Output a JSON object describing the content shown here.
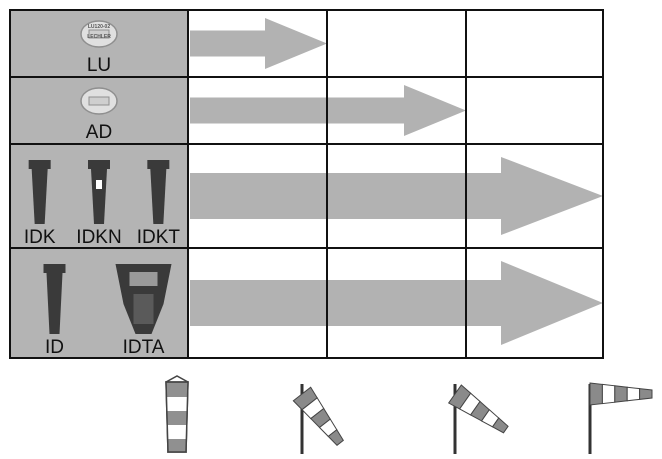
{
  "rows": [
    {
      "id": "lu",
      "nozzles": [
        {
          "label": "LU",
          "icon": "lu-flat-fan-nozzle-icon",
          "logo_lines": [
            "LU120-02",
            "LECHLER"
          ]
        }
      ],
      "arrow_end_column": 1
    },
    {
      "id": "ad",
      "nozzles": [
        {
          "label": "AD",
          "icon": "ad-anti-drift-nozzle-icon"
        }
      ],
      "arrow_end_column": 2
    },
    {
      "id": "idk",
      "nozzles": [
        {
          "label": "IDK",
          "icon": "idk-injector-nozzle-icon"
        },
        {
          "label": "IDKN",
          "icon": "idkn-injector-nozzle-icon"
        },
        {
          "label": "IDKT",
          "icon": "idkt-twin-injector-nozzle-icon"
        }
      ],
      "arrow_end_column": 3
    },
    {
      "id": "id",
      "nozzles": [
        {
          "label": "ID",
          "icon": "id-injector-nozzle-icon"
        },
        {
          "label": "IDTA",
          "icon": "idta-twin-injector-nozzle-icon"
        }
      ],
      "arrow_end_column": 3
    }
  ],
  "wind_levels": [
    {
      "level": 0,
      "icon": "windsock-hanging-icon"
    },
    {
      "level": 1,
      "icon": "windsock-light-wind-icon"
    },
    {
      "level": 2,
      "icon": "windsock-moderate-wind-icon"
    },
    {
      "level": 3,
      "icon": "windsock-strong-wind-icon"
    }
  ],
  "colors": {
    "label_cell": "#b4b4b4",
    "arrow": "#b2b2b2",
    "grid": "#111111",
    "windsock_stripe": "#8a8a8a",
    "nozzle_body": "#3a3a3a"
  }
}
